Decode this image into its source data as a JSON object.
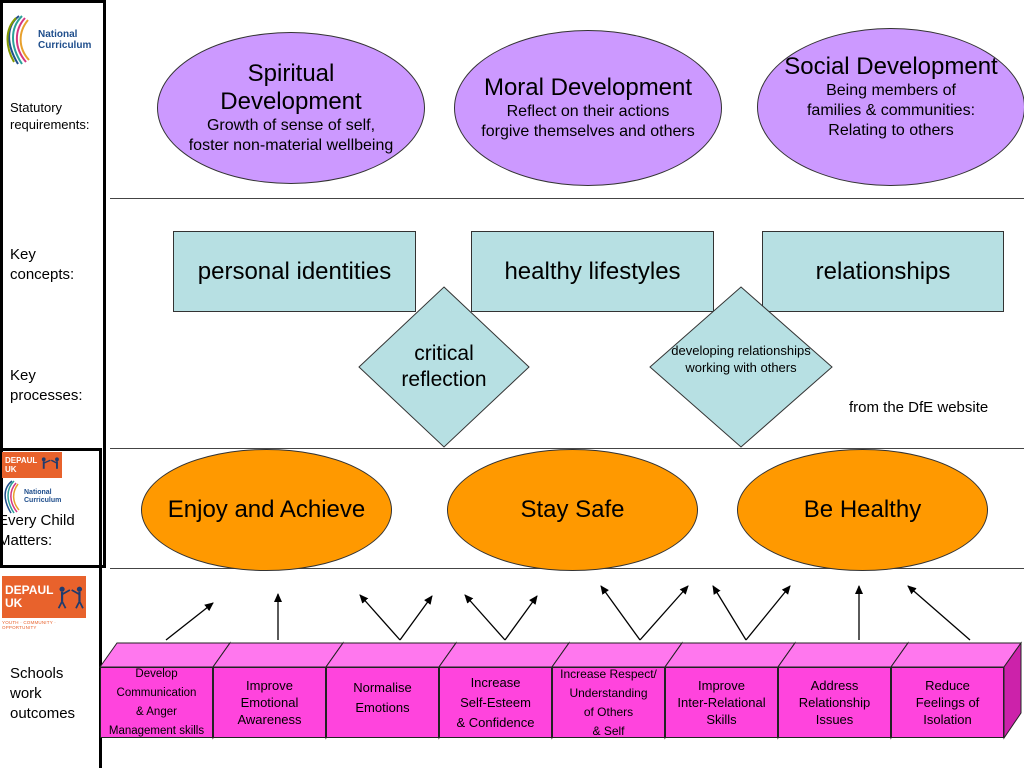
{
  "sidebar": {
    "nc_logo_text": [
      "National",
      "Curriculum"
    ],
    "statutory_label": [
      "Statutory",
      "requirements:"
    ],
    "key_concepts_label": [
      "Key",
      "concepts:"
    ],
    "key_processes_label": [
      "Key",
      "processes:"
    ],
    "depaul_small_text": [
      "DEPAUL",
      "UK"
    ],
    "nc_logo_small_text": [
      "National",
      "Curriculum"
    ],
    "ecm_label": [
      "Every Child",
      "Matters:"
    ],
    "depaul_large_text": [
      "DEPAUL",
      "UK"
    ],
    "depaul_tagline": "YOUTH · COMMUNITY · OPPORTUNITY",
    "outcomes_label": [
      "Schools",
      "work",
      "outcomes"
    ]
  },
  "statutory": [
    {
      "title": [
        "Spiritual",
        "Development"
      ],
      "subtitle": [
        "Growth of sense of self,",
        "foster non-material wellbeing"
      ]
    },
    {
      "title": [
        "Moral Development"
      ],
      "subtitle": [
        "Reflect on their actions",
        "forgive themselves and others"
      ]
    },
    {
      "title": [
        "Social Development"
      ],
      "subtitle": [
        "Being members of",
        "families & communities:",
        "Relating to others"
      ]
    }
  ],
  "concepts": [
    "personal identities",
    "healthy lifestyles",
    "relationships"
  ],
  "processes": [
    {
      "lines": [
        "critical",
        "reflection"
      ]
    },
    {
      "lines": [
        "developing relationships",
        "working with others"
      ]
    }
  ],
  "source_note": "from the DfE website",
  "every_child_matters": [
    "Enjoy and Achieve",
    "Stay Safe",
    "Be Healthy"
  ],
  "outcomes": [
    [
      "Develop",
      "Communication",
      "& Anger",
      "Management skills"
    ],
    [
      "Improve",
      "Emotional",
      "Awareness"
    ],
    [
      "Normalise",
      "Emotions"
    ],
    [
      "Increase",
      "Self-Esteem",
      "& Confidence"
    ],
    [
      "Increase Respect/",
      "Understanding",
      "of Others",
      "& Self"
    ],
    [
      "Improve",
      "Inter-Relational",
      "Skills"
    ],
    [
      "Address",
      "Relationship",
      "Issues"
    ],
    [
      "Reduce",
      "Feelings of",
      "Isolation"
    ]
  ],
  "colors": {
    "statutory_fill": "#cc99ff",
    "concept_fill": "#b7e0e3",
    "ecm_fill": "#ff9900",
    "outcome_front": "#ff44dd",
    "outcome_top": "#ff77ee",
    "outcome_side": "#cc22aa",
    "depaul_orange": "#e8622c"
  }
}
